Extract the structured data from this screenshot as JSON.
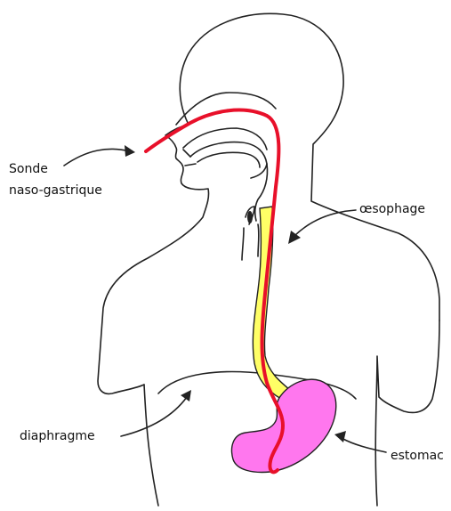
{
  "labels": {
    "sonde_line1": "Sonde",
    "sonde_line2": "naso-gastrique",
    "oesophage": "œsophage",
    "diaphragme": "diaphragme",
    "estomac": "estomac"
  },
  "colors": {
    "outline": "#222222",
    "tube": "#e8102a",
    "oesophagus": "#ffff66",
    "stomach": "#ff77ee",
    "background": "#ffffff"
  },
  "icons": [
    "arrow-icon"
  ]
}
